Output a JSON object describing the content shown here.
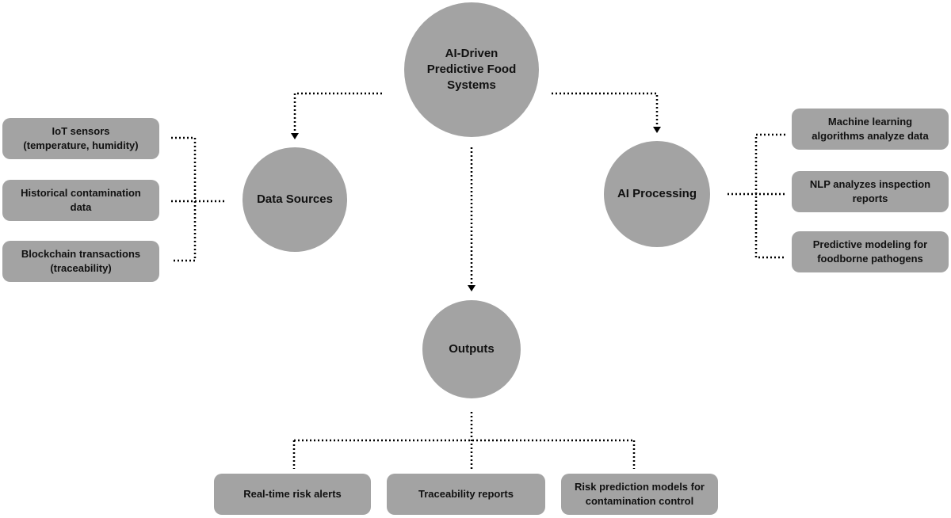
{
  "center": {
    "label": "AI-Driven\nPredictive Food\nSystems"
  },
  "data_sources": {
    "label": "Data Sources",
    "items": [
      {
        "label": "IoT sensors\n(temperature, humidity)"
      },
      {
        "label": "Historical contamination\ndata"
      },
      {
        "label": "Blockchain transactions\n(traceability)"
      }
    ]
  },
  "ai_processing": {
    "label": "AI Processing",
    "items": [
      {
        "label": "Machine learning\nalgorithms analyze data"
      },
      {
        "label": "NLP analyzes inspection\nreports"
      },
      {
        "label": "Predictive modeling for\nfoodborne pathogens"
      }
    ]
  },
  "outputs": {
    "label": "Outputs",
    "items": [
      {
        "label": "Real-time risk alerts"
      },
      {
        "label": "Traceability reports"
      },
      {
        "label": "Risk prediction models for\ncontamination control"
      }
    ]
  },
  "colors": {
    "node_fill": "#a3a3a3",
    "connector": "#000000",
    "text": "#111111"
  }
}
